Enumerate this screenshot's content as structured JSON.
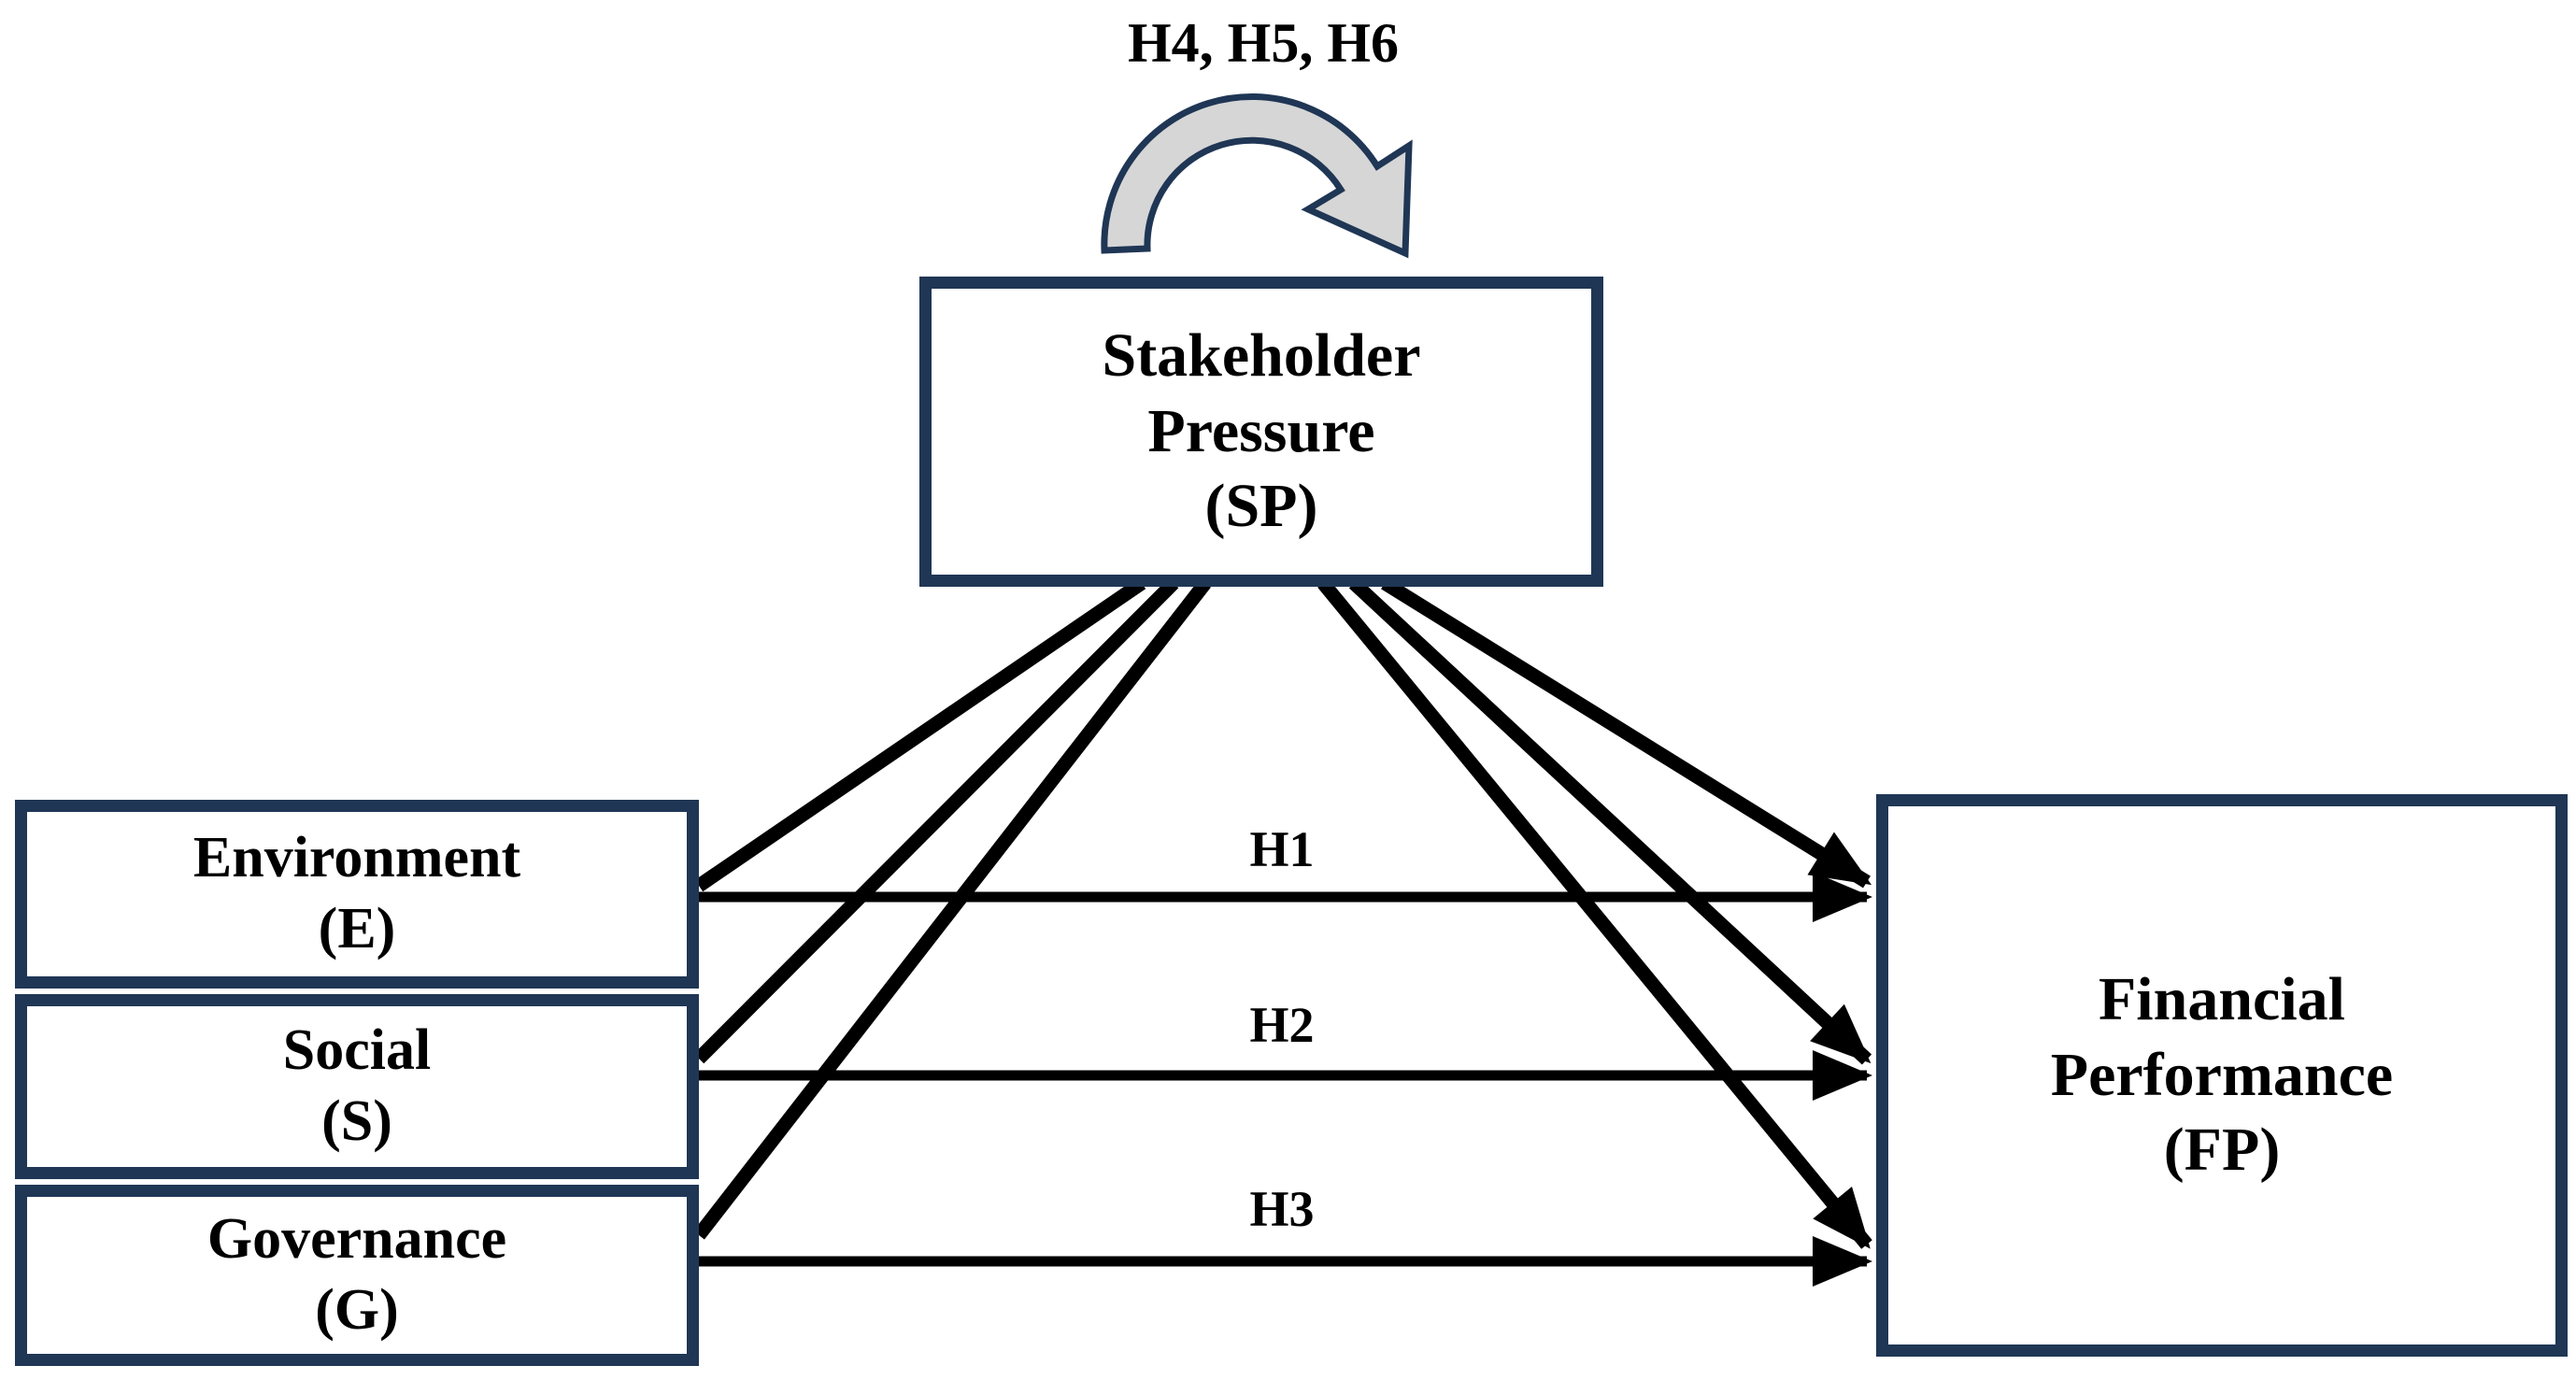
{
  "diagram": {
    "title": "ESG to Financial Performance conceptual framework with Stakeholder Pressure moderation",
    "colors": {
      "background": "#ffffff",
      "box_border": "#1f3655",
      "box_fill": "#ffffff",
      "arrow": "#000000",
      "loop_fill": "#d6d6d6",
      "text": "#000000"
    },
    "loop": {
      "label": "H4, H5, H6"
    },
    "nodes": {
      "sp": {
        "lines": [
          "Stakeholder",
          "Pressure",
          "(SP)"
        ]
      },
      "e": {
        "lines": [
          "Environment",
          "(E)"
        ]
      },
      "s": {
        "lines": [
          "Social",
          "(S)"
        ]
      },
      "g": {
        "lines": [
          "Governance",
          "(G)"
        ]
      },
      "fp": {
        "lines": [
          "Financial",
          "Performance",
          "(FP)"
        ]
      }
    },
    "path_labels": {
      "h1": "H1",
      "h2": "H2",
      "h3": "H3"
    }
  }
}
